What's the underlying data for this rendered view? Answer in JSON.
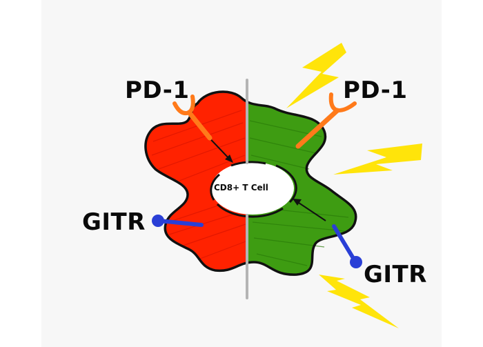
{
  "labels": {
    "pd1_left": "PD-1",
    "pd1_right": "PD-1",
    "gitr_left": "GITR",
    "gitr_right": "GITR",
    "center_cell": "CD8+ T Cell"
  },
  "colors": {
    "left_half": "#ff2200",
    "right_half": "#3e9c12",
    "pd1_receptor": "#ff7a1a",
    "gitr_receptor": "#2a3fd6",
    "lightning": "#ffe40a",
    "divider": "#b4b4b4",
    "outline": "#111111"
  },
  "icons": {
    "pd1": "y-shaped-receptor-icon",
    "gitr": "lollipop-receptor-icon",
    "lightning": "lightning-bolt-icon"
  }
}
